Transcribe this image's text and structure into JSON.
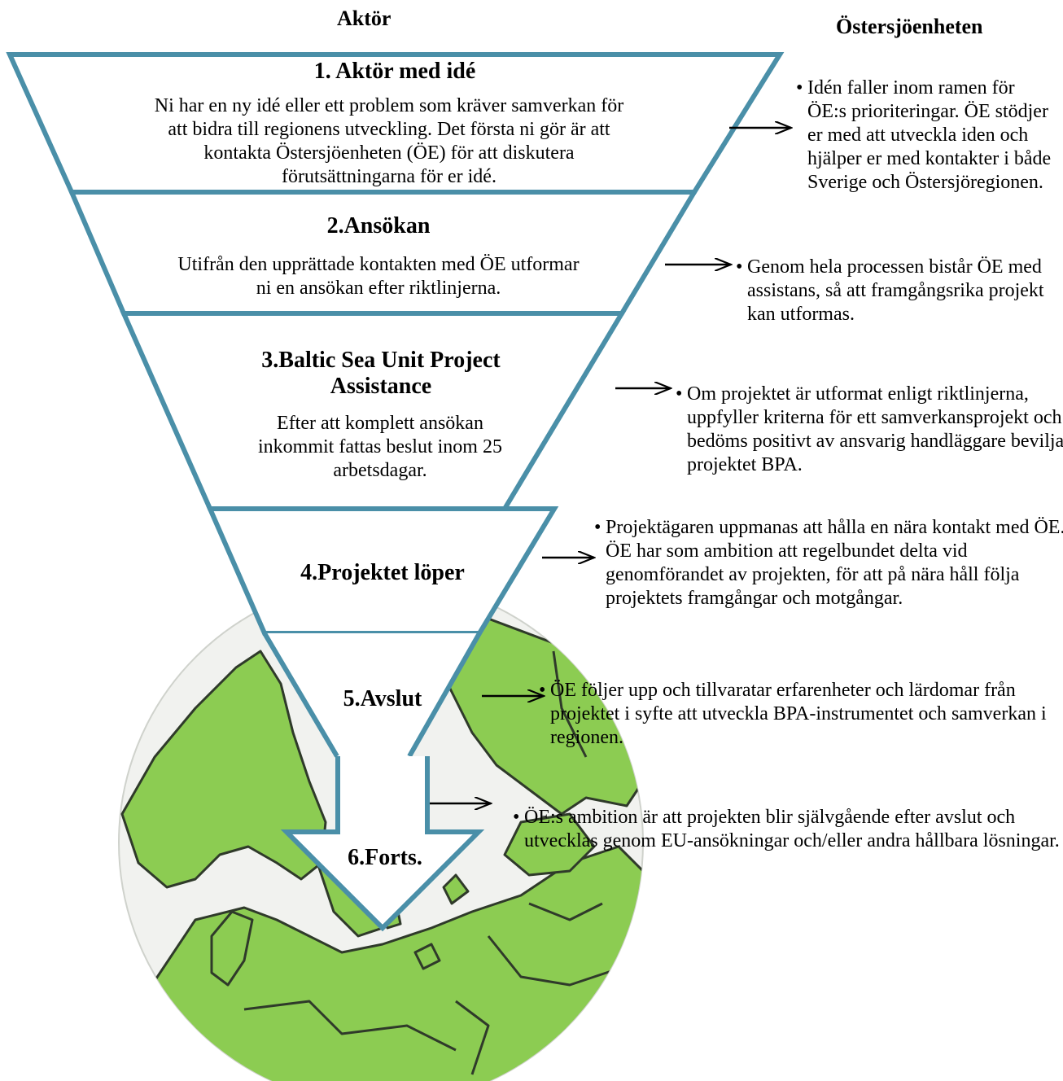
{
  "headers": {
    "left": "Aktör",
    "right": "Östersjöenheten"
  },
  "funnel": {
    "stages": [
      {
        "title": "1. Aktör med idé",
        "body": "Ni har en ny idé eller ett problem som kräver samverkan för att bidra till regionens utveckling. Det första ni gör är att kontakta Östersjöenheten (ÖE) för att diskutera förutsättningarna för er idé."
      },
      {
        "title": "2.Ansökan",
        "body": "Utifrån den upprättade kontakten med ÖE utformar ni en ansökan efter riktlinjerna."
      },
      {
        "title": "3.Baltic Sea Unit Project Assistance",
        "body": "Efter att komplett ansökan inkommit fattas beslut inom 25 arbetsdagar."
      },
      {
        "title": "4.Projektet löper",
        "body": ""
      },
      {
        "title": "5.Avslut",
        "body": ""
      }
    ],
    "arrow_label": "6.Forts."
  },
  "notes": [
    "Idén faller inom ramen för ÖE:s prioriteringar. ÖE stödjer er med att utveckla iden och hjälper er med kontakter i både Sverige och Östersjöregionen.",
    "Genom hela processen bistår ÖE med assistans, så att framgångsrika projekt kan utformas.",
    "Om projektet är utformat enligt riktlinjerna, uppfyller kriterna  för ett samverkansprojekt och bedöms positivt av ansvarig handläggare beviljas projektet BPA.",
    "Projektägaren uppmanas att hålla en nära kontakt med ÖE. ÖE har som ambition att regelbundet delta vid genomförandet av projekten, för att på nära håll följa projektets framgångar och motgångar.",
    "ÖE följer upp och tillvaratar erfarenheter och lärdomar från projektet i syfte att utveckla BPA-instrumentet och samverkan i regionen.",
    "ÖE:s ambition är att projekten blir självgående efter avslut och utvecklas genom EU-ansökningar och/eller andra hållbara lösningar."
  ],
  "colors": {
    "funnel_stroke": "#4a8fa8",
    "map_land": "#8ccc52",
    "map_sea": "#f1f2ef",
    "map_border": "#2f3a2a"
  },
  "icons": {
    "note_bullet": "•",
    "connector": "arrow-right-icon"
  }
}
